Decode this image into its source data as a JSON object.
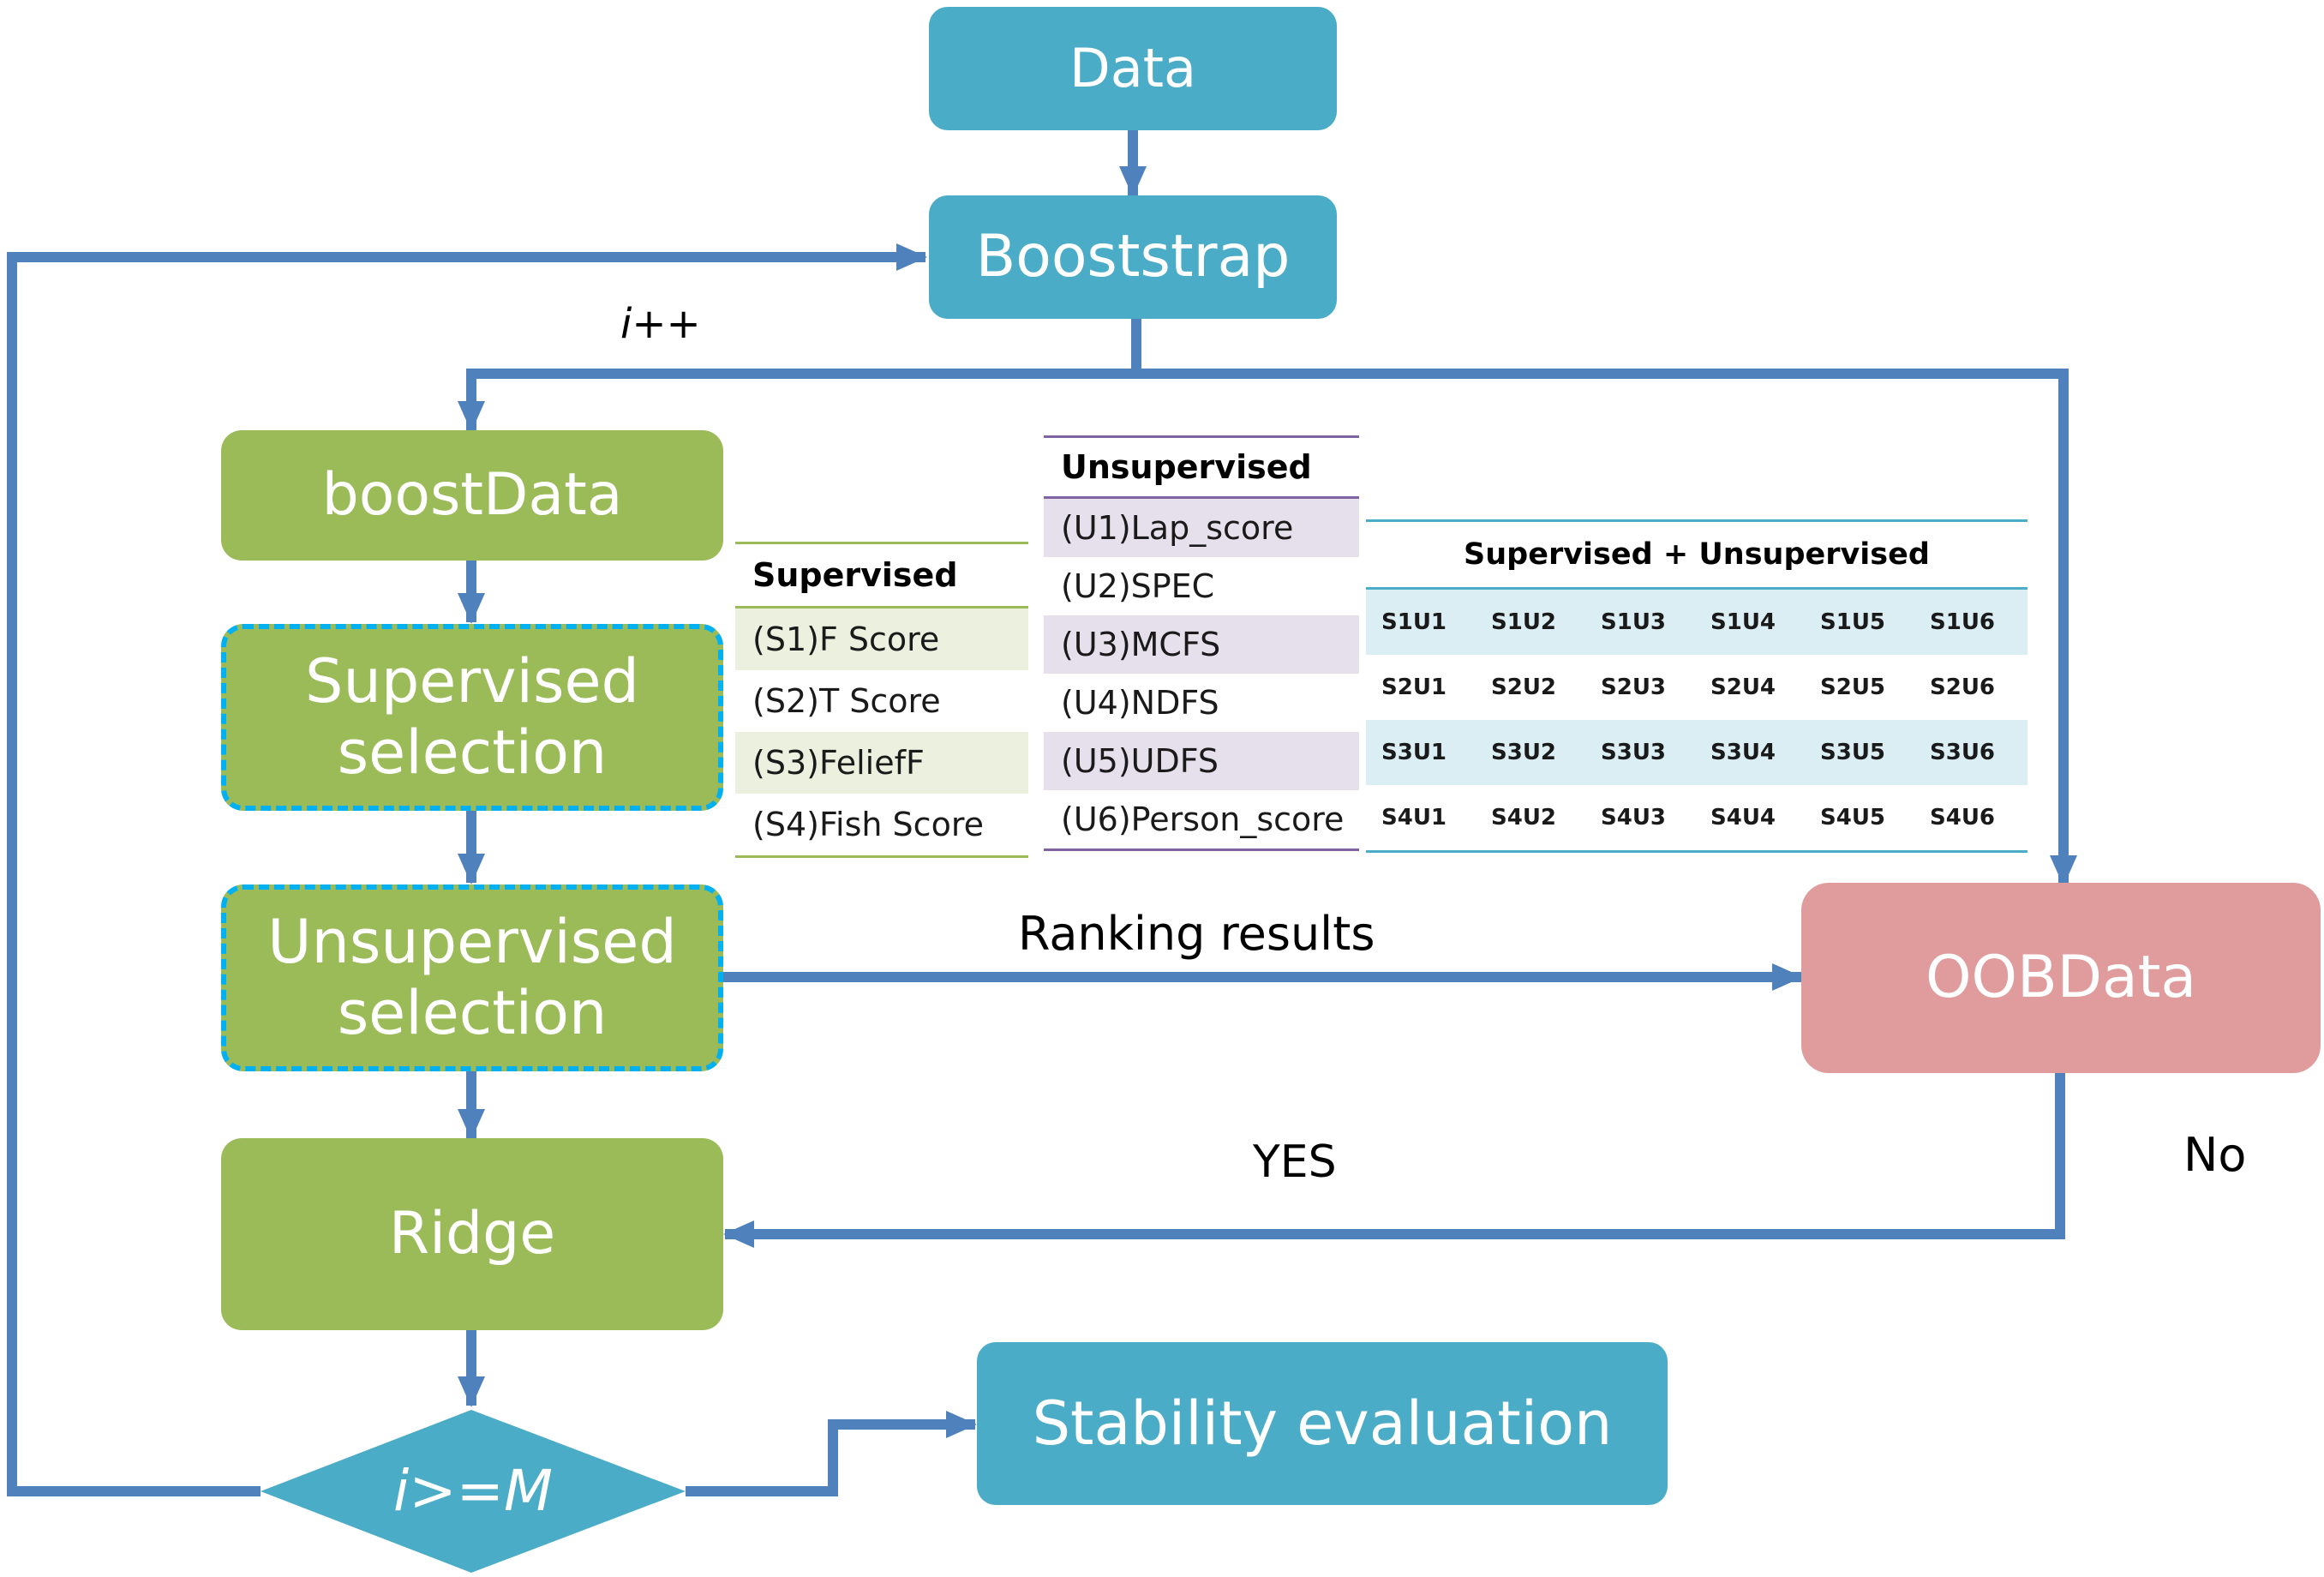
{
  "nodes": {
    "data": "Data",
    "bootstrap": "Booststrap",
    "boostdata": "boostData",
    "supervised_line1": "Supervised",
    "supervised_line2": "selection",
    "unsupervised_line1": "Unsupervised",
    "unsupervised_line2": "selection",
    "ridge": "Ridge",
    "decision": "i>=M",
    "stability": "Stability evaluation",
    "oobdata": "OOBData"
  },
  "labels": {
    "increment": "i++",
    "ranking": "Ranking results",
    "yes": "YES",
    "no": "No"
  },
  "supervised_table": {
    "header": "Supervised",
    "rows": [
      "(S1)F Score",
      "(S2)T Score",
      "(S3)FeliefF",
      "(S4)Fish Score"
    ]
  },
  "unsupervised_table": {
    "header": "Unsupervised",
    "rows": [
      "(U1)Lap_score",
      "(U2)SPEC",
      "(U3)MCFS",
      "(U4)NDFS",
      "(U5)UDFS",
      "(U6)Person_score"
    ]
  },
  "combined_table": {
    "header": "Supervised + Unsupervised",
    "rows": [
      [
        "S1U1",
        "S1U2",
        "S1U3",
        "S1U4",
        "S1U5",
        "S1U6"
      ],
      [
        "S2U1",
        "S2U2",
        "S2U3",
        "S2U4",
        "S2U5",
        "S2U6"
      ],
      [
        "S3U1",
        "S3U2",
        "S3U3",
        "S3U4",
        "S3U5",
        "S3U6"
      ],
      [
        "S4U1",
        "S4U2",
        "S4U3",
        "S4U4",
        "S4U5",
        "S4U6"
      ]
    ]
  },
  "colors": {
    "blue_node": "#4aacc6",
    "green_node": "#9bbb59",
    "pink_node": "#e09c9c",
    "arrow": "#4f81bd",
    "dash_border": "#00b0f0"
  }
}
